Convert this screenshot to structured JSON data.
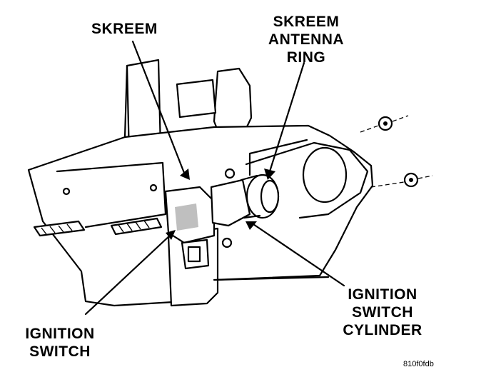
{
  "labels": {
    "skreem": "SKREEM",
    "antenna_ring": [
      "SKREEM",
      "ANTENNA",
      "RING"
    ],
    "cylinder": [
      "IGNITION",
      "SWITCH",
      "CYLINDER"
    ],
    "switch": [
      "IGNITION",
      "SWITCH"
    ]
  },
  "figure_ref": "810f0fdb",
  "colors": {
    "ink": "#000000",
    "paper": "#ffffff"
  }
}
